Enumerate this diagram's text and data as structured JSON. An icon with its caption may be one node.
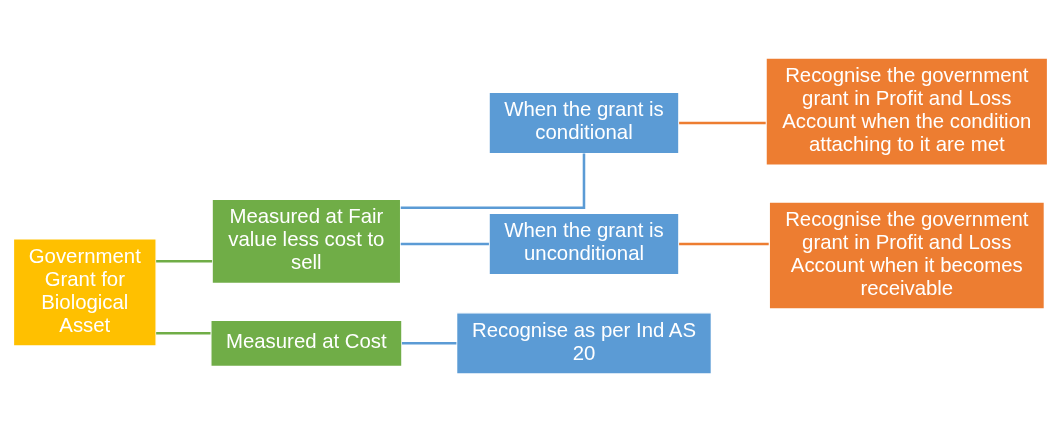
{
  "diagram": {
    "nodes": [
      {
        "text": [
          "Government Grant for Biological Asset"
        ]
      },
      {
        "text": [
          "Measured at Fair value less cost to sell"
        ]
      },
      {
        "text": [
          "Measured at Cost"
        ]
      },
      {
        "text": [
          "When the grant is conditional"
        ]
      },
      {
        "text": [
          "When the grant is unconditional"
        ]
      },
      {
        "text": [
          "Recognise as per Ind AS 20"
        ]
      },
      {
        "text": [
          "Recognise the government grant in Profit and Loss Account when the condition attaching to it are met"
        ]
      },
      {
        "text": [
          "Recognise the government grant in Profit and Loss Account when it becomes receivable"
        ]
      }
    ],
    "edges": [
      {
        "from": 0,
        "to": 1,
        "arrow": "none",
        "color": "#70ad47"
      },
      {
        "from": 0,
        "to": 2,
        "arrow": "none",
        "color": "#70ad47"
      },
      {
        "from": 1,
        "to": 3,
        "arrow": "none"
      },
      {
        "from": 1,
        "to": 4,
        "arrow": "none"
      },
      {
        "from": 2,
        "to": 5,
        "arrow": "none"
      },
      {
        "from": 3,
        "to": 6,
        "arrow": "none",
        "color": "#ed7d31"
      },
      {
        "from": 4,
        "to": 7,
        "arrow": "none",
        "color": "#ed7d31"
      }
    ]
  }
}
